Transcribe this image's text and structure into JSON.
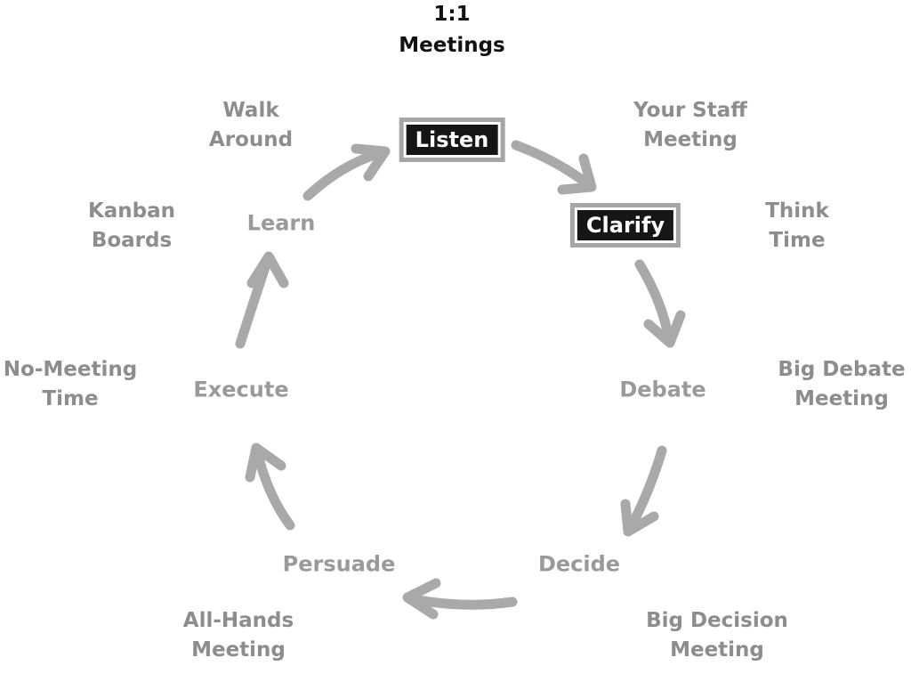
{
  "title": [
    "1:1",
    "Meetings"
  ],
  "stages": {
    "listen": "Listen",
    "clarify": "Clarify",
    "debate": "Debate",
    "decide": "Decide",
    "persuade": "Persuade",
    "execute": "Execute",
    "learn": "Learn"
  },
  "meetings": {
    "staff": [
      "Your Staff",
      "Meeting"
    ],
    "think": [
      "Think",
      "Time"
    ],
    "big_debate": [
      "Big Debate",
      "Meeting"
    ],
    "big_decision": [
      "Big Decision",
      "Meeting"
    ],
    "all_hands": [
      "All-Hands",
      "Meeting"
    ],
    "no_meeting": [
      "No-Meeting",
      "Time"
    ],
    "kanban": [
      "Kanban",
      "Boards"
    ],
    "walk": [
      "Walk",
      "Around"
    ]
  },
  "highlighted_stages": [
    "Listen",
    "Clarify"
  ],
  "colors": {
    "highlight_fill": "#161616",
    "highlight_text": "#ffffff",
    "arrow": "#a9a9a9",
    "meeting_text": "#8d8d8d",
    "title_text": "#111111"
  }
}
